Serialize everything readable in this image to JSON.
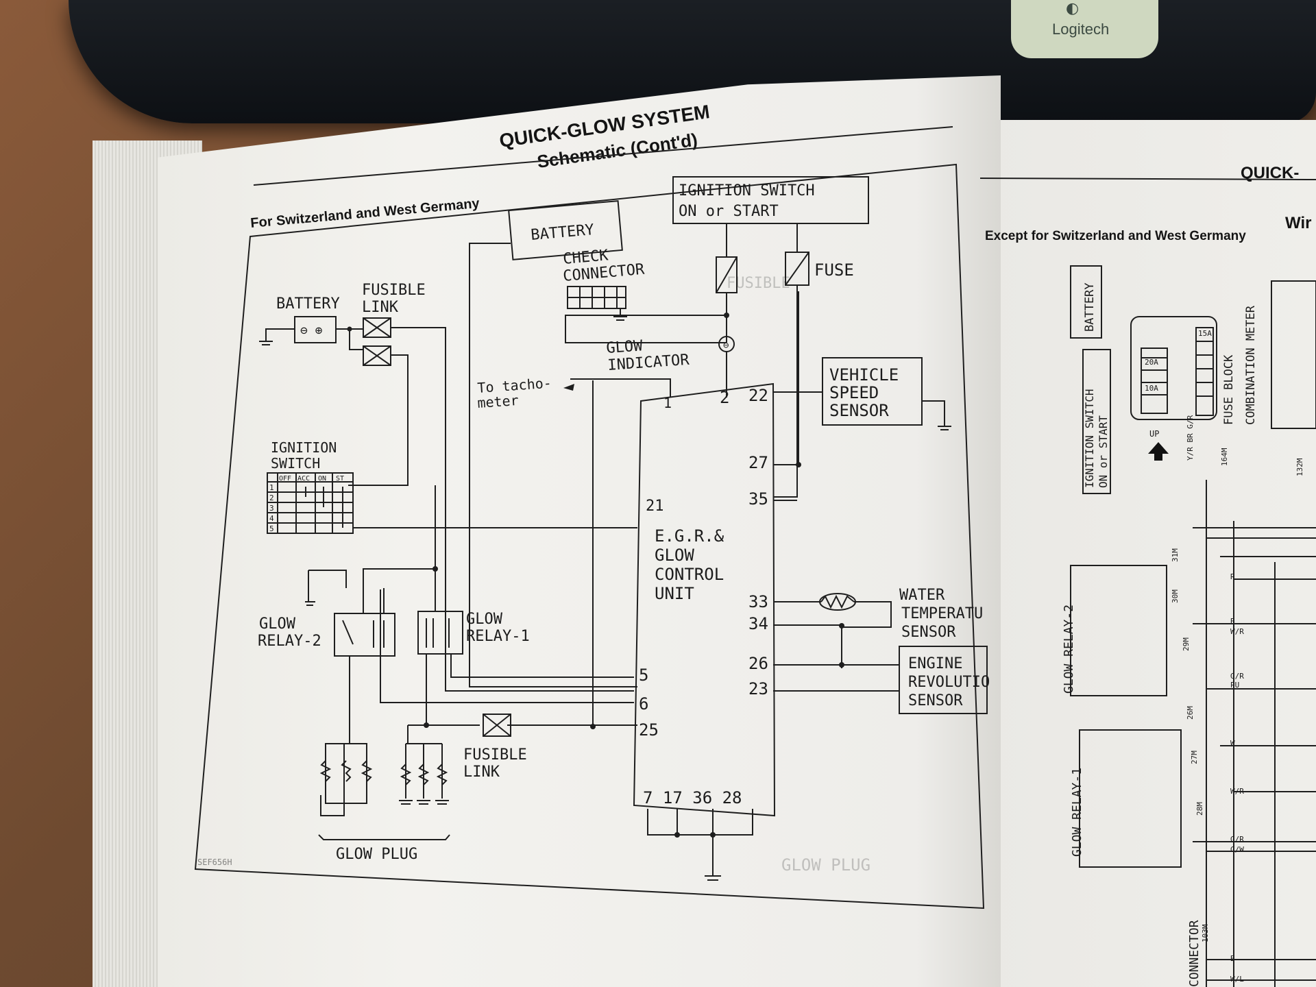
{
  "photo": {
    "brand_text": "Logitech"
  },
  "left_page": {
    "title": "QUICK-GLOW SYSTEM",
    "subtitle": "Schematic (Cont'd)",
    "region_caption": "For Switzerland and West Germany",
    "page_code": "SEF656H"
  },
  "schematic": {
    "ignition_switch_top": {
      "line1": "IGNITION SWITCH",
      "line2": "ON or START"
    },
    "battery_top": "BATTERY",
    "check_connector": {
      "line1": "CHECK",
      "line2": "CONNECTOR"
    },
    "fuse": "FUSE",
    "battery_left": "BATTERY",
    "fusible_link_top": {
      "line1": "FUSIBLE",
      "line2": "LINK"
    },
    "glow_indicator": {
      "line1": "GLOW",
      "line2": "INDICATOR"
    },
    "tachometer": {
      "line1": "To tacho-",
      "line2": "meter"
    },
    "vehicle_speed_sensor": {
      "line1": "VEHICLE",
      "line2": "SPEED",
      "line3": "SENSOR"
    },
    "ignition_switch_left": {
      "line1": "IGNITION",
      "line2": "SWITCH"
    },
    "switch_table": {
      "headers": [
        "OFF",
        "ACC",
        "ON",
        "ST"
      ],
      "rows": [
        "1",
        "2",
        "3",
        "4",
        "5"
      ]
    },
    "control_unit": {
      "line1": "E.G.R.&",
      "line2": "GLOW",
      "line3": "CONTROL",
      "line4": "UNIT"
    },
    "terminals": {
      "t1": "1",
      "t2": "2",
      "t22": "22",
      "t27": "27",
      "t35": "35",
      "t21": "21",
      "t33": "33",
      "t34": "34",
      "t26": "26",
      "t23": "23",
      "t5": "5",
      "t6": "6",
      "t25": "25",
      "bottom": "7 17 36 28"
    },
    "water_temp_sensor": {
      "line1": "WATER",
      "line2": "TEMPERATU",
      "line3": "SENSOR"
    },
    "engine_rev_sensor": {
      "line1": "ENGINE",
      "line2": "REVOLUTIO",
      "line3": "SENSOR"
    },
    "glow_relay_2": {
      "line1": "GLOW",
      "line2": "RELAY-2"
    },
    "glow_relay_1": {
      "line1": "GLOW",
      "line2": "RELAY-1"
    },
    "fusible_link_bottom": {
      "line1": "FUSIBLE",
      "line2": "LINK"
    },
    "glow_plug": "GLOW PLUG"
  },
  "right_page": {
    "title_partial": "QUICK-",
    "subtitle_partial": "Wir",
    "region_caption": "Except for Switzerland and West Germany",
    "battery": "BATTERY",
    "ignition_switch": {
      "line1": "IGNITION SWITCH",
      "line2": "ON or START"
    },
    "fuse_block": "FUSE BLOCK",
    "combination_meter": "COMBINATION METER",
    "fuse_20a": "20A",
    "fuse_10a": "10A",
    "fuse_15a": "15A",
    "up": "UP",
    "glow_relay_2": "GLOW RELAY-2",
    "glow_relay_1": "GLOW RELAY-1",
    "connector": "CONNECTOR",
    "connector_codes": [
      "164M",
      "132M",
      "31M",
      "30M",
      "29M",
      "26M",
      "27M",
      "28M",
      "103M"
    ],
    "wire_codes": [
      "R",
      "B",
      "W/R",
      "G/R",
      "PU",
      "W",
      "W/R",
      "G/R",
      "G/W",
      "B",
      "W/L"
    ],
    "side_wires": "Y/R BR G/R"
  }
}
